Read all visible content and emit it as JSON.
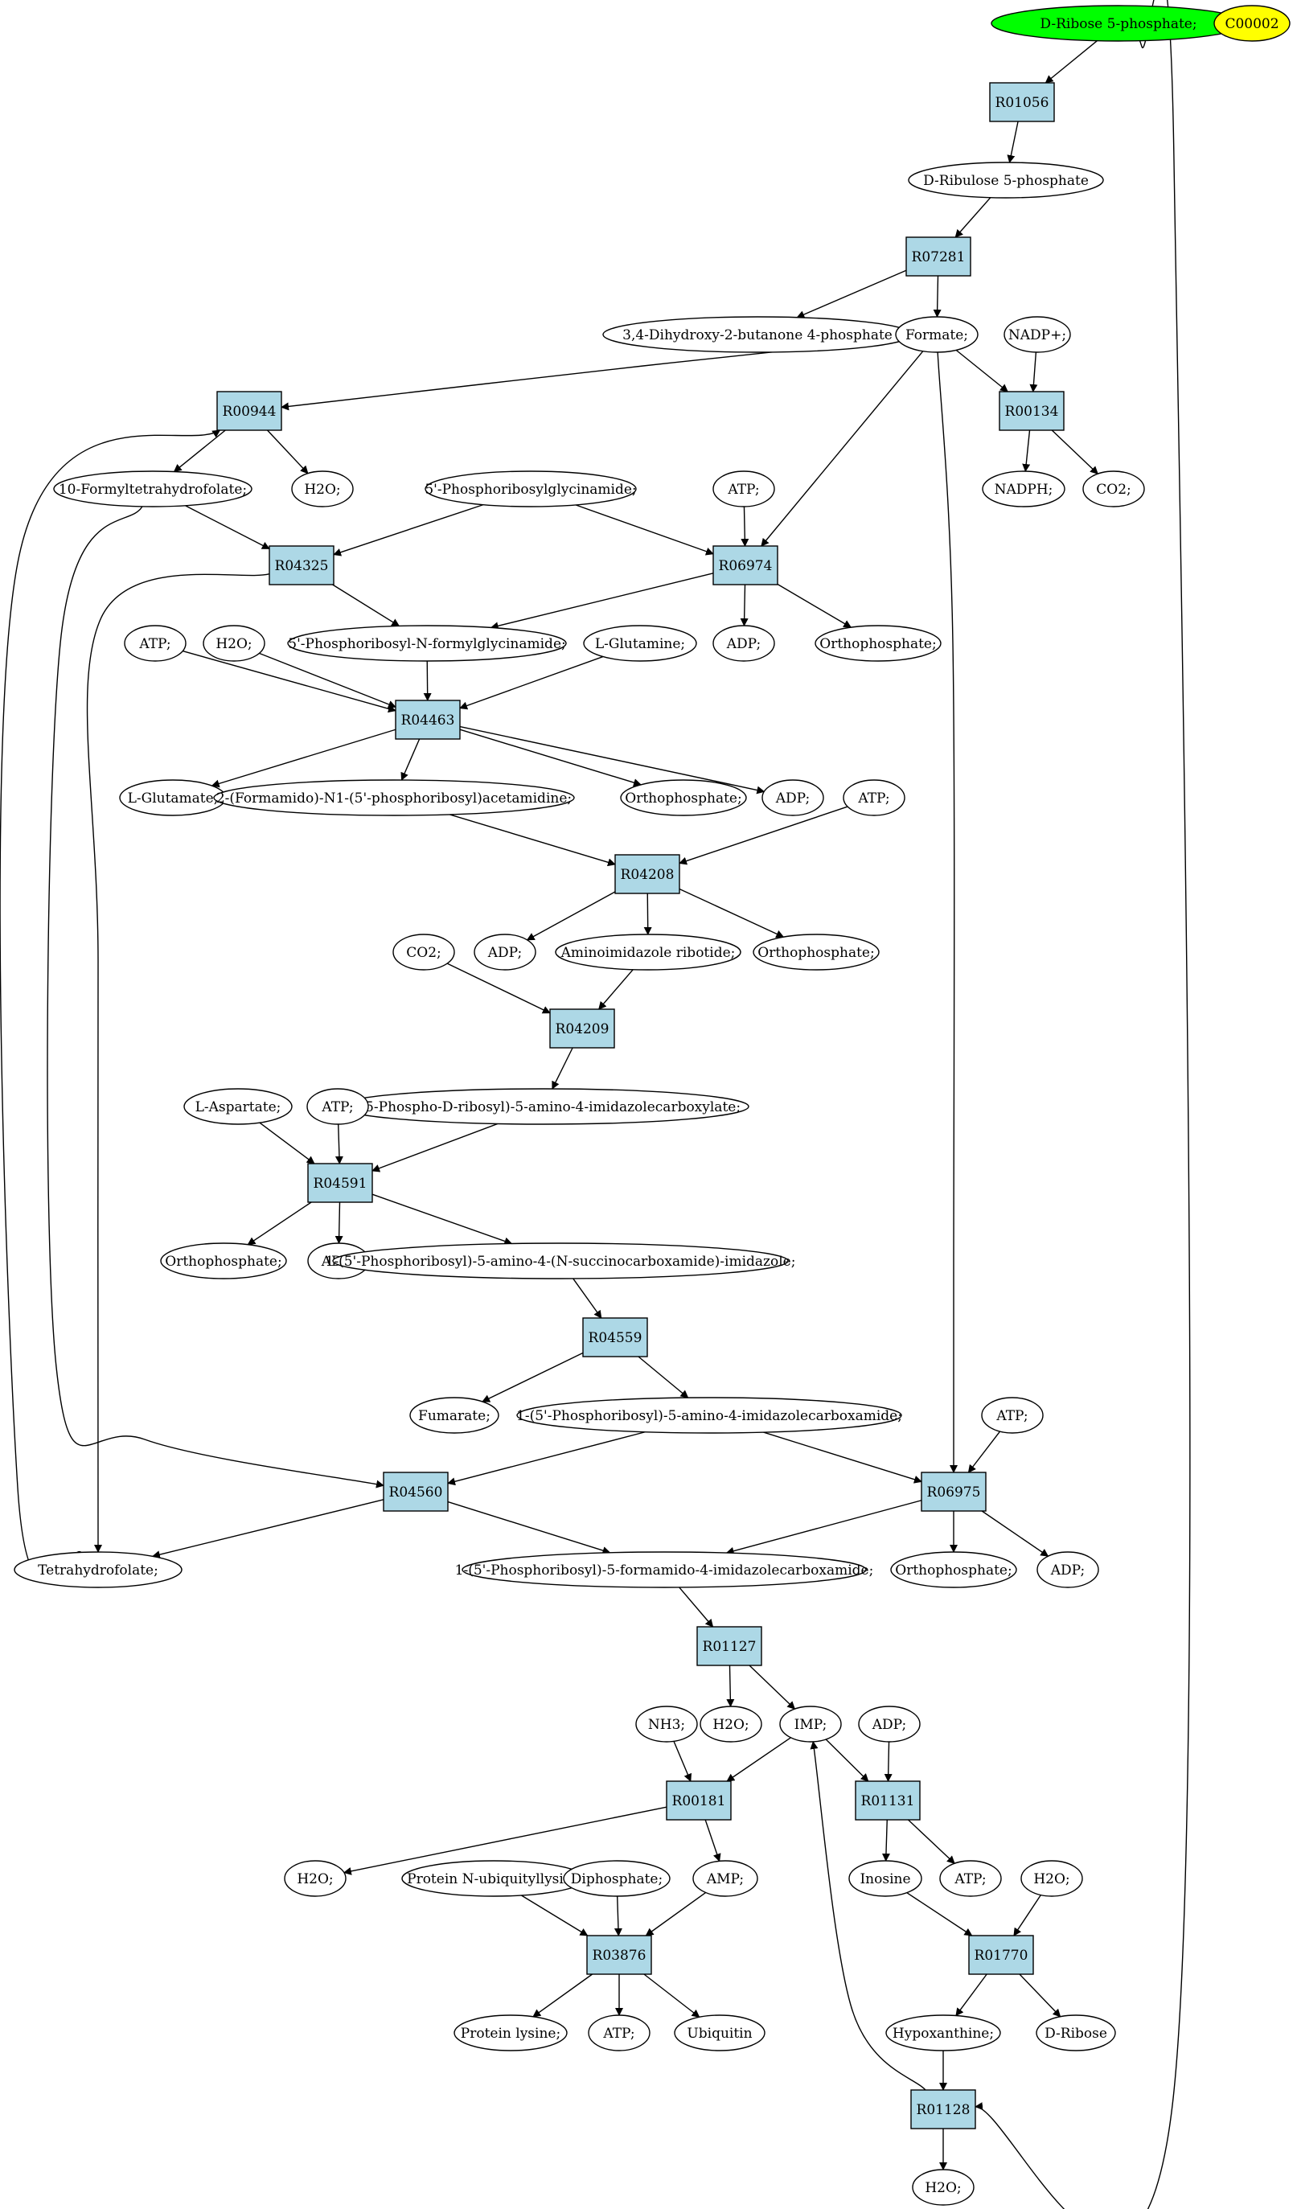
{
  "colors": {
    "reaction": "#add8e6",
    "start": "#00ff00",
    "legend": "#ffff00",
    "metabolite": "#ffffff"
  },
  "nodes": [
    {
      "id": "drib5p",
      "label": "D-Ribose 5-phosphate;",
      "kind": "start"
    },
    {
      "id": "c00002",
      "label": "C00002",
      "kind": "legend"
    },
    {
      "id": "R01056",
      "label": "R01056",
      "kind": "reaction"
    },
    {
      "id": "dru5p",
      "label": "D-Ribulose 5-phosphate",
      "kind": "metabolite"
    },
    {
      "id": "R07281",
      "label": "R07281",
      "kind": "reaction"
    },
    {
      "id": "dhb4p",
      "label": "3,4-Dihydroxy-2-butanone 4-phosphate",
      "kind": "metabolite"
    },
    {
      "id": "formate",
      "label": "Formate;",
      "kind": "metabolite"
    },
    {
      "id": "nadp",
      "label": "NADP+;",
      "kind": "metabolite"
    },
    {
      "id": "R00944",
      "label": "R00944",
      "kind": "reaction"
    },
    {
      "id": "R00134",
      "label": "R00134",
      "kind": "reaction"
    },
    {
      "id": "fthf",
      "label": "10-Formyltetrahydrofolate;",
      "kind": "metabolite"
    },
    {
      "id": "h2o_1",
      "label": "H2O;",
      "kind": "metabolite"
    },
    {
      "id": "nadph",
      "label": "NADPH;",
      "kind": "metabolite"
    },
    {
      "id": "co2_1",
      "label": "CO2;",
      "kind": "metabolite"
    },
    {
      "id": "prg",
      "label": "5'-Phosphoribosylglycinamide;",
      "kind": "metabolite"
    },
    {
      "id": "atp_1",
      "label": "ATP;",
      "kind": "metabolite"
    },
    {
      "id": "R04325",
      "label": "R04325",
      "kind": "reaction"
    },
    {
      "id": "R06974",
      "label": "R06974",
      "kind": "reaction"
    },
    {
      "id": "fgar",
      "label": "5'-Phosphoribosyl-N-formylglycinamide;",
      "kind": "metabolite"
    },
    {
      "id": "adp_1",
      "label": "ADP;",
      "kind": "metabolite"
    },
    {
      "id": "pi_1",
      "label": "Orthophosphate;",
      "kind": "metabolite"
    },
    {
      "id": "atp_2",
      "label": "ATP;",
      "kind": "metabolite"
    },
    {
      "id": "h2o_2",
      "label": "H2O;",
      "kind": "metabolite"
    },
    {
      "id": "gln",
      "label": "L-Glutamine;",
      "kind": "metabolite"
    },
    {
      "id": "R04463",
      "label": "R04463",
      "kind": "reaction"
    },
    {
      "id": "glu",
      "label": "L-Glutamate;",
      "kind": "metabolite"
    },
    {
      "id": "fgam",
      "label": "2-(Formamido)-N1-(5'-phosphoribosyl)acetamidine;",
      "kind": "metabolite"
    },
    {
      "id": "pi_2",
      "label": "Orthophosphate;",
      "kind": "metabolite"
    },
    {
      "id": "adp_2",
      "label": "ADP;",
      "kind": "metabolite"
    },
    {
      "id": "atp_3",
      "label": "ATP;",
      "kind": "metabolite"
    },
    {
      "id": "R04208",
      "label": "R04208",
      "kind": "reaction"
    },
    {
      "id": "adp_3",
      "label": "ADP;",
      "kind": "metabolite"
    },
    {
      "id": "air",
      "label": "Aminoimidazole ribotide;",
      "kind": "metabolite"
    },
    {
      "id": "pi_3",
      "label": "Orthophosphate;",
      "kind": "metabolite"
    },
    {
      "id": "co2_2",
      "label": "CO2;",
      "kind": "metabolite"
    },
    {
      "id": "R04209",
      "label": "R04209",
      "kind": "reaction"
    },
    {
      "id": "cair",
      "label": "1-(5-Phospho-D-ribosyl)-5-amino-4-imidazolecarboxylate;",
      "kind": "metabolite"
    },
    {
      "id": "asp",
      "label": "L-Aspartate;",
      "kind": "metabolite"
    },
    {
      "id": "atp_4",
      "label": "ATP;",
      "kind": "metabolite"
    },
    {
      "id": "R04591",
      "label": "R04591",
      "kind": "reaction"
    },
    {
      "id": "pi_4",
      "label": "Orthophosphate;",
      "kind": "metabolite"
    },
    {
      "id": "adp_4",
      "label": "ADP;",
      "kind": "metabolite"
    },
    {
      "id": "saicar",
      "label": "1-(5'-Phosphoribosyl)-5-amino-4-(N-succinocarboxamide)-imidazole;",
      "kind": "metabolite"
    },
    {
      "id": "R04559",
      "label": "R04559",
      "kind": "reaction"
    },
    {
      "id": "fum",
      "label": "Fumarate;",
      "kind": "metabolite"
    },
    {
      "id": "aicar",
      "label": "1-(5'-Phosphoribosyl)-5-amino-4-imidazolecarboxamide;",
      "kind": "metabolite"
    },
    {
      "id": "atp_5",
      "label": "ATP;",
      "kind": "metabolite"
    },
    {
      "id": "R04560",
      "label": "R04560",
      "kind": "reaction"
    },
    {
      "id": "R06975",
      "label": "R06975",
      "kind": "reaction"
    },
    {
      "id": "thf",
      "label": "Tetrahydrofolate;",
      "kind": "metabolite"
    },
    {
      "id": "faicar",
      "label": "1-(5'-Phosphoribosyl)-5-formamido-4-imidazolecarboxamide;",
      "kind": "metabolite"
    },
    {
      "id": "pi_5",
      "label": "Orthophosphate;",
      "kind": "metabolite"
    },
    {
      "id": "adp_5",
      "label": "ADP;",
      "kind": "metabolite"
    },
    {
      "id": "R01127",
      "label": "R01127",
      "kind": "reaction"
    },
    {
      "id": "nh3",
      "label": "NH3;",
      "kind": "metabolite"
    },
    {
      "id": "h2o_3",
      "label": "H2O;",
      "kind": "metabolite"
    },
    {
      "id": "imp",
      "label": "IMP;",
      "kind": "metabolite"
    },
    {
      "id": "adp_6",
      "label": "ADP;",
      "kind": "metabolite"
    },
    {
      "id": "R00181",
      "label": "R00181",
      "kind": "reaction"
    },
    {
      "id": "R01131",
      "label": "R01131",
      "kind": "reaction"
    },
    {
      "id": "h2o_4",
      "label": "H2O;",
      "kind": "metabolite"
    },
    {
      "id": "pnub",
      "label": "Protein N-ubiquityllysine",
      "kind": "metabolite"
    },
    {
      "id": "ppi",
      "label": "Diphosphate;",
      "kind": "metabolite"
    },
    {
      "id": "amp",
      "label": "AMP;",
      "kind": "metabolite"
    },
    {
      "id": "inosine",
      "label": "Inosine",
      "kind": "metabolite"
    },
    {
      "id": "atp_6",
      "label": "ATP;",
      "kind": "metabolite"
    },
    {
      "id": "h2o_5",
      "label": "H2O;",
      "kind": "metabolite"
    },
    {
      "id": "R03876",
      "label": "R03876",
      "kind": "reaction"
    },
    {
      "id": "R01770",
      "label": "R01770",
      "kind": "reaction"
    },
    {
      "id": "plys",
      "label": "Protein lysine;",
      "kind": "metabolite"
    },
    {
      "id": "atp_7",
      "label": "ATP;",
      "kind": "metabolite"
    },
    {
      "id": "ubq",
      "label": "Ubiquitin",
      "kind": "metabolite"
    },
    {
      "id": "hypox",
      "label": "Hypoxanthine;",
      "kind": "metabolite"
    },
    {
      "id": "drib",
      "label": "D-Ribose",
      "kind": "metabolite"
    },
    {
      "id": "R01128",
      "label": "R01128",
      "kind": "reaction"
    },
    {
      "id": "h2o_6",
      "label": "H2O;",
      "kind": "metabolite"
    }
  ]
}
